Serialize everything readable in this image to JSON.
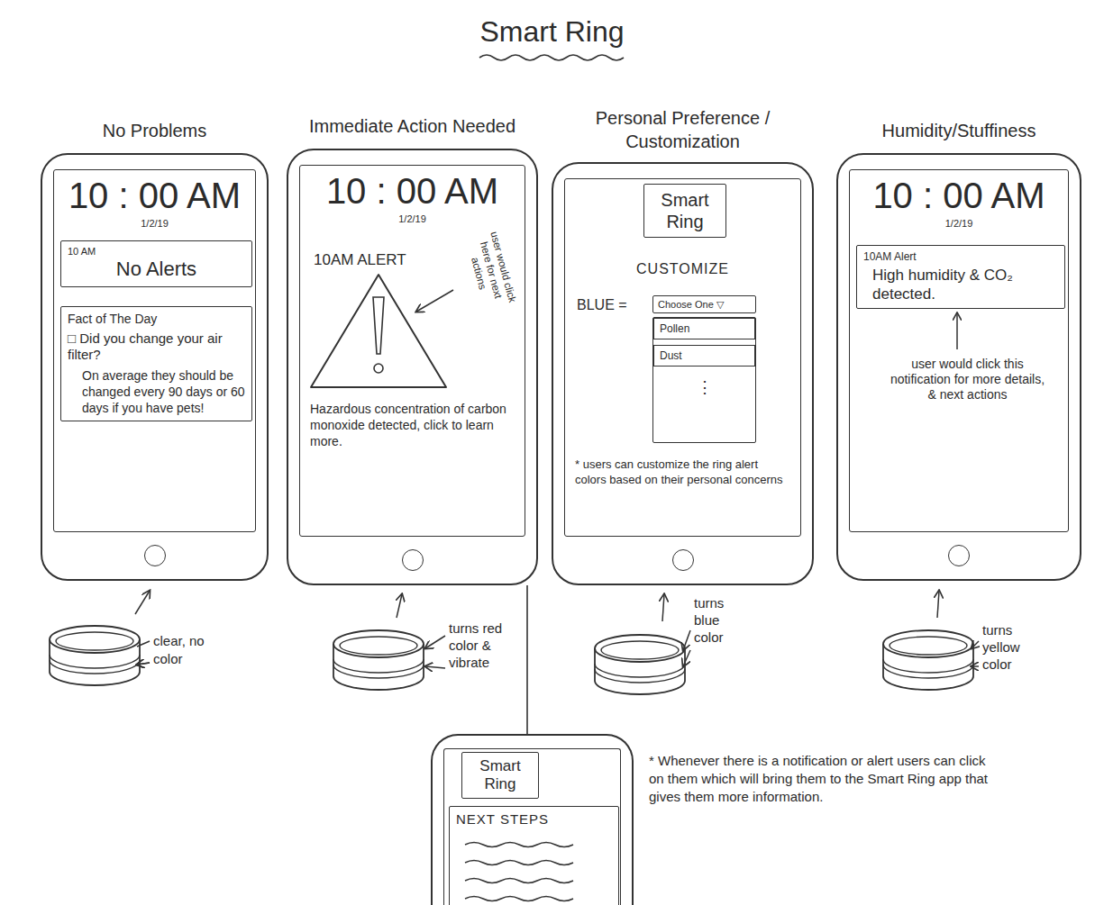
{
  "diagram": {
    "title": "Smart Ring",
    "nodes": [
      {
        "text": [
          "No Problems",
          "10 : 00 AM",
          "1/2/19"
        ]
      },
      {
        "text": [
          "10 AM",
          "No Alerts"
        ],
        "in": 0
      },
      {
        "text": [
          "Fact of The Day",
          "□ Did you change your air filter?",
          "On average they should be changed every 90 days or 60 days if you have pets!"
        ],
        "in": 0
      },
      {
        "text": [
          "Immediate Action Needed",
          "10 : 00 AM",
          "1/2/19",
          "10AM ALERT",
          "Hazardous concentration of carbon monoxide detected, click to learn more."
        ]
      },
      {
        "text": [
          "Personal Preference / Customization",
          "CUSTOMIZE",
          "BLUE =",
          "* users can customize the ring alert colors based on their personal concerns"
        ]
      },
      {
        "text": [
          "Smart Ring"
        ],
        "in": 4
      },
      {
        "text": [
          "Choose One ▽"
        ],
        "in": 4
      },
      {
        "text": [
          "⋮"
        ],
        "in": 4
      },
      {
        "text": [
          "Pollen"
        ],
        "in": 7
      },
      {
        "text": [
          "Dust"
        ],
        "in": 7
      },
      {
        "text": [
          "Humidity/Stuffiness",
          "10 : 00 AM",
          "1/2/19"
        ]
      },
      {
        "text": [
          "10AM Alert",
          "High humidity & CO₂ detected."
        ],
        "in": 10
      },
      {
        "text": [
          "* Whenever there is a notification or alert users can click on them which will bring them to the Smart Ring app that gives them more information."
        ]
      },
      {
        "text": [
          "Smart Ring"
        ],
        "in": 12
      },
      {
        "text": [
          "NEXT STEPS"
        ],
        "in": 12
      }
    ],
    "edges": [
      {
        "from": 3,
        "to": 12,
        "arrow": "to"
      },
      {
        "from": 11,
        "to": 12,
        "arrow": "to"
      }
    ],
    "labels": [
      "user would click here for next actions",
      "user would click this notification for more details, & next actions",
      "clear, no color",
      "turns red color & vibrate",
      "turns blue color",
      "turns yellow color"
    ]
  }
}
